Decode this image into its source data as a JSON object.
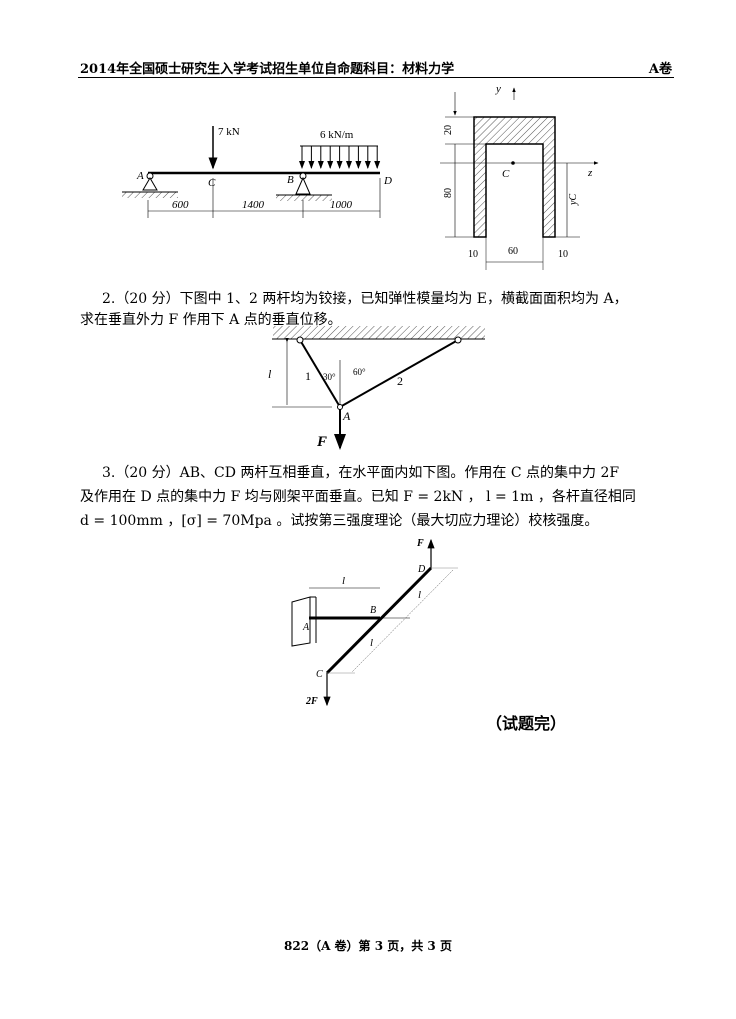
{
  "header": {
    "title": "2014年全国硕士研究生入学考试招生单位自命题科目：材料力学",
    "paper": "A卷"
  },
  "fig1": {
    "force": "7 kN",
    "load": "6 kN/m",
    "points": [
      "A",
      "C",
      "B",
      "D"
    ],
    "dims": [
      "600",
      "1400",
      "1000"
    ]
  },
  "section": {
    "y_axis": "y",
    "z_axis": "z",
    "centroid": "C",
    "yc": "yC",
    "dims": [
      "20",
      "80",
      "10",
      "60",
      "10"
    ]
  },
  "q2": {
    "line1": "2.（20 分）下图中 1、2 两杆均为铰接，已知弹性模量均为 E，横截面面积均为 A，",
    "line2": "求在垂直外力 F 作用下 A 点的垂直位移。"
  },
  "fig2": {
    "length": "l",
    "bar1": "1",
    "bar2": "2",
    "angle1": "30°",
    "angle2": "60°",
    "point": "A",
    "force": "F"
  },
  "q3": {
    "line1": "3.（20 分）AB、CD 两杆互相垂直，在水平面内如下图。作用在 C 点的集中力 2F",
    "line2": "及作用在 D 点的集中力 F 均与刚架平面垂直。已知 F = 2kN ， l = 1m ，各杆直径相同",
    "line3": "d = 100mm ，[σ] = 70Mpa 。试按第三强度理论（最大切应力理论）校核强度。"
  },
  "fig3": {
    "force_d": "F",
    "force_c": "2F",
    "points": [
      "A",
      "B",
      "C",
      "D"
    ],
    "length": "l"
  },
  "end": "（试题完）",
  "footer": "822（A 卷）第 3 页，共 3 页"
}
